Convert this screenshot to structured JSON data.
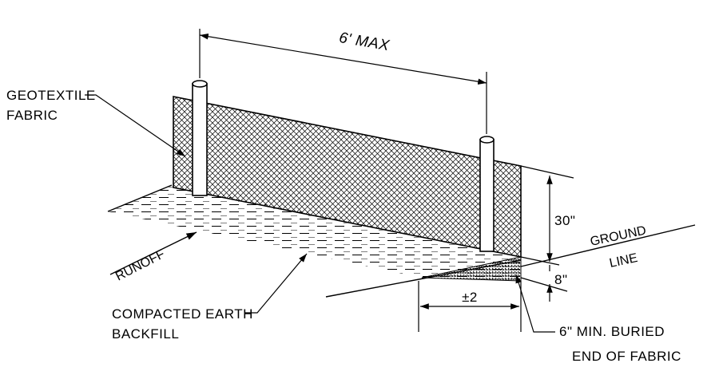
{
  "diagram": {
    "labels": {
      "dimension_top": "6' MAX",
      "fabric_line1": "GEOTEXTILE",
      "fabric_line2": "FABRIC",
      "height_above": "30\"",
      "height_below": "8\"",
      "ground_line1": "GROUND",
      "ground_line2": "LINE",
      "runoff": "RUNOFF",
      "backfill_line1": "COMPACTED EARTH",
      "backfill_line2": "BACKFILL",
      "trench_width": "±2",
      "buried_line1": "6\" MIN. BURIED",
      "buried_line2": "END OF FABRIC"
    },
    "colors": {
      "ink": "#000000",
      "background": "#ffffff"
    }
  }
}
